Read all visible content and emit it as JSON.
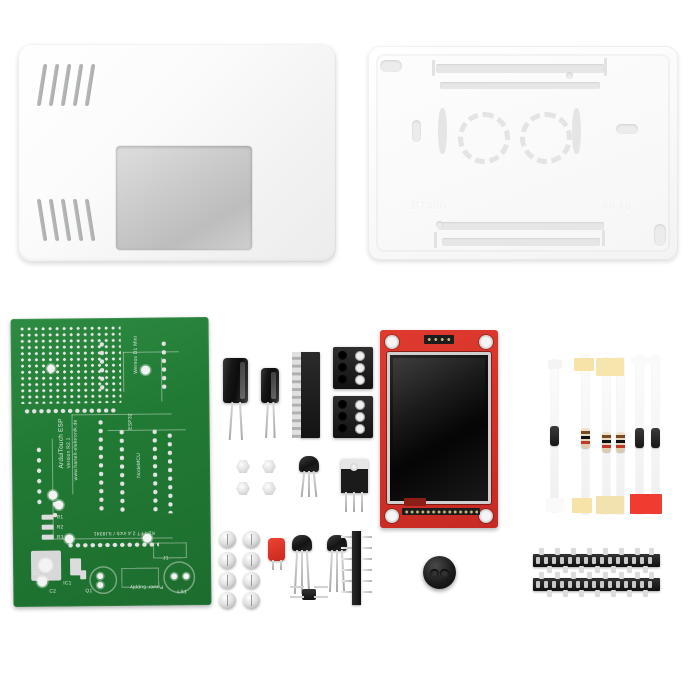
{
  "product": {
    "name": "ArduiTouch ESP Kit",
    "layout": "product photo, white background"
  },
  "enclosure_front": {
    "label": "enclosure front shell",
    "vent_count_top": 5,
    "vent_count_bottom": 5,
    "window_label": "display window cutout",
    "color": "#f4f4f4"
  },
  "enclosure_back": {
    "label": "enclosure back shell",
    "emboss_left": "BT450",
    "emboss_right": "60 kg",
    "mount_ring_count": 2,
    "color": "#fafafa"
  },
  "pcb": {
    "label": "ArduiTouch ESP mainboard",
    "color": "#237a35",
    "silk": {
      "title": "ArduiTouch ESP",
      "version": "Version R2.1",
      "url": "www.hartelt-elektronik.de",
      "module": "Wemos D1 Mini",
      "esp": "ESP32",
      "nodemcu": "NodeMCU",
      "display": "K2  TFT 2,4 inch / ILI9341",
      "power": "Power Supply",
      "ref_r1": "R1",
      "ref_r2": "R2",
      "ref_r3": "R3",
      "ref_c1": "C1",
      "ref_c2": "C2",
      "ref_ic1": "IC1",
      "ref_q1": "Q1",
      "ref_j1": "J1",
      "ref_ls1": "LS1"
    }
  },
  "tft": {
    "label": "2.4 inch TFT LCD touch display module",
    "pcb_color": "#d8302a",
    "screen_color": "#0b0b0b",
    "header_pin_count": 14,
    "mount_hole_count": 4
  },
  "components": [
    {
      "id": "cap-electrolytic-large",
      "label": "electrolytic capacitor 100uF",
      "qty": 1
    },
    {
      "id": "cap-electrolytic-small",
      "label": "electrolytic capacitor 10uF",
      "qty": 1
    },
    {
      "id": "ic-socket",
      "label": "IC socket / pin strip",
      "qty": 1
    },
    {
      "id": "terminal-block",
      "label": "3-way screw terminal block",
      "qty": 2
    },
    {
      "id": "spacer-nut",
      "label": "hex spacer nut",
      "qty": 4
    },
    {
      "id": "transistor-to92",
      "label": "transistor TO-92",
      "qty": 3
    },
    {
      "id": "regulator-to220",
      "label": "voltage regulator TO-220",
      "qty": 1
    },
    {
      "id": "screw",
      "label": "mounting screw",
      "qty": 8
    },
    {
      "id": "cap-ceramic-red",
      "label": "ceramic capacitor",
      "qty": 1
    },
    {
      "id": "smd-part",
      "label": "small signal component",
      "qty": 1
    },
    {
      "id": "pin-header-male",
      "label": "male pin header strip",
      "qty": 1
    },
    {
      "id": "buzzer",
      "label": "piezo buzzer",
      "qty": 1
    },
    {
      "id": "header-female",
      "label": "female header strip",
      "qty": 2
    },
    {
      "id": "resistor-tape",
      "label": "resistors on tape",
      "qty": 4
    }
  ],
  "resistor_tapes": [
    {
      "id": "tape-1",
      "label_color": "#f7e3a8",
      "body": "dark"
    },
    {
      "id": "tape-2",
      "label_color": "#f7e3a8",
      "body": "light"
    },
    {
      "id": "tape-3",
      "label_color": "#f2e2b0",
      "body": "light"
    },
    {
      "id": "tape-4",
      "label_color": "#ef3b30",
      "body": "dark"
    }
  ],
  "pcb_pad_rows": [
    {
      "id": "row-wemos-left"
    },
    {
      "id": "row-wemos-right"
    },
    {
      "id": "row-esp-1"
    },
    {
      "id": "row-esp-2"
    },
    {
      "id": "row-esp-3"
    },
    {
      "id": "row-esp-4"
    }
  ]
}
